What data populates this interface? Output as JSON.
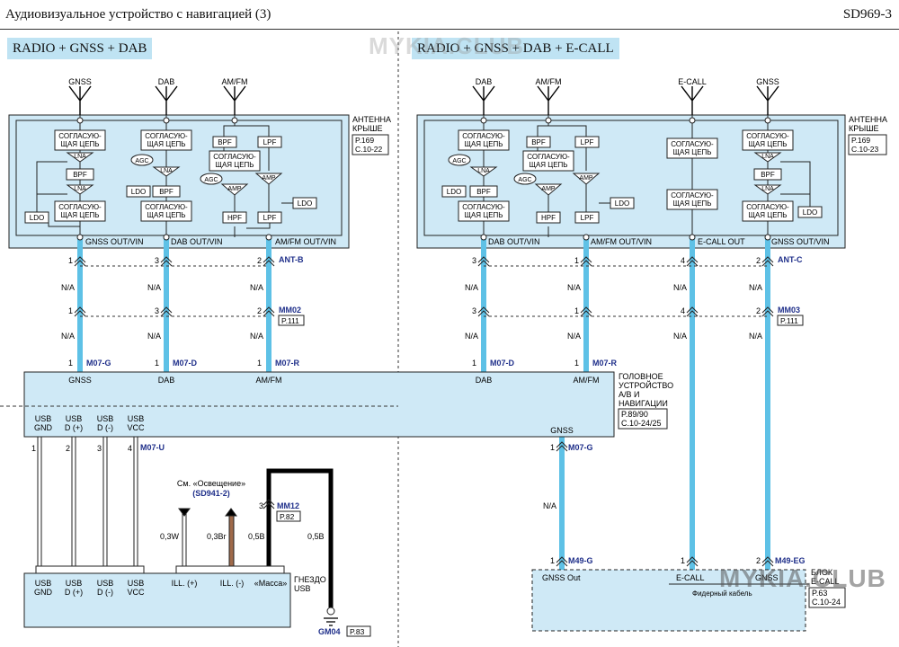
{
  "header": {
    "title": "Аудиовизуальное устройство с навигацией (3)",
    "code": "SD969-3"
  },
  "sections": {
    "left": "RADIO + GNSS + DAB",
    "right": "RADIO + GNSS + DAB + E-CALL"
  },
  "watermarks": {
    "top": "MYKIA.CLUB",
    "bottom": "MYKIA.CLUB"
  },
  "antennas": {
    "l_gnss": "GNSS",
    "l_dab": "DAB",
    "l_amfm": "AM/FM",
    "r_dab": "DAB",
    "r_amfm": "AM/FM",
    "r_ecall": "E-CALL",
    "r_gnss": "GNSS"
  },
  "roof_antenna": {
    "label_line1": "АНТЕННА",
    "label_line2": "КРЫШЕ",
    "left_ref_p": "P.169",
    "left_ref_c": "C.10-22",
    "right_ref_p": "P.169",
    "right_ref_c": "C.10-23"
  },
  "blocks": {
    "match1": "СОГЛАСУЮ-",
    "match2": "ЩАЯ ЦЕПЬ",
    "lna": "LNA",
    "bpf": "BPF",
    "ldo": "LDO",
    "agc": "AGC",
    "amp": "AMP",
    "lpf": "LPF",
    "hpf": "HPF"
  },
  "ports": {
    "l_gnss": "GNSS OUT/VIN",
    "l_dab": "DAB OUT/VIN",
    "l_amfm": "AM/FM OUT/VIN",
    "r_dab": "DAB OUT/VIN",
    "r_amfm": "AM/FM OUT/VIN",
    "r_ecall": "E-CALL OUT",
    "r_gnss": "GNSS OUT/VIN"
  },
  "connectors": {
    "ant_b": "ANT-B",
    "ant_c": "ANT-C",
    "mm02": "MM02",
    "mm02_ref": "P.111",
    "mm03": "MM03",
    "mm03_ref": "P.111",
    "m07g": "M07-G",
    "m07d": "M07-D",
    "m07r": "M07-R",
    "m07u": "M07-U",
    "m07g2": "M07-G",
    "m49g": "M49-G",
    "m49eg": "M49-EG",
    "mm12": "MM12",
    "mm12_ref": "P.82",
    "gm04": "GM04",
    "gm04_ref": "P.83"
  },
  "pins": {
    "p1": "1",
    "p2": "2",
    "p3": "3",
    "p4": "4"
  },
  "na": "N/A",
  "head_unit": {
    "label1": "ГОЛОВНОЕ",
    "label2": "УСТРОЙСТВО",
    "label3": "А/В И",
    "label4": "НАВИГАЦИИ",
    "ref_p": "P.89/90",
    "ref_c": "C.10-24/25",
    "gnss": "GNSS",
    "dab": "DAB",
    "amfm": "AM/FM",
    "usb_gnd_1": "USB",
    "usb_gnd_2": "GND",
    "usb_dp_1": "USB",
    "usb_dp_2": "D (+)",
    "usb_dm_1": "USB",
    "usb_dm_2": "D (-)",
    "usb_vcc_1": "USB",
    "usb_vcc_2": "VCC",
    "gnss_out": "GNSS"
  },
  "usb_socket": {
    "label1": "ГНЕЗДО",
    "label2": "USB",
    "gnd1": "USB",
    "gnd2": "GND",
    "dp1": "USB",
    "dp2": "D (+)",
    "dm1": "USB",
    "dm2": "D (-)",
    "vcc1": "USB",
    "vcc2": "VCC",
    "ill_p": "ILL. (+)",
    "ill_m": "ILL. (-)",
    "mass": "«Масса»"
  },
  "lighting": {
    "see": "См. «Освещение»",
    "ref": "(SD941-2)"
  },
  "wires": {
    "w03w": "0,3W",
    "w03br": "0,3Br",
    "w05b_a": "0,5B",
    "w05b_b": "0,5B"
  },
  "ecall_unit": {
    "label1": "БЛОК",
    "label2": "E-CALL",
    "ref_p": "P.63",
    "ref_c": "C.10-24",
    "gnss_out": "GNSS Out",
    "ecall": "E-CALL",
    "gnss": "GNSS",
    "feeder": "Фидерный кабель"
  },
  "colors": {
    "wire": "#5ec1e6",
    "panel": "#cfe9f6",
    "connector": "#1f2f8a",
    "black_wire": "#000000",
    "brown_wire": "#a06a4a"
  }
}
